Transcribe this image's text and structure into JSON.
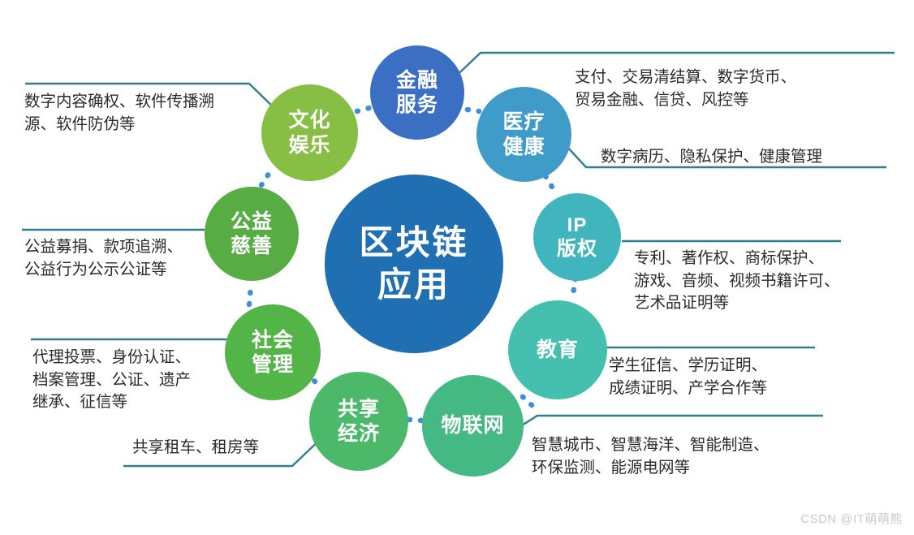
{
  "diagram": {
    "title": "区块链应用",
    "watermark": "CSDN @IT萌萌熊",
    "colors": {
      "center": "#1f6fb2",
      "finance": "#3a6fc4",
      "medical": "#3f9cc9",
      "ip": "#41b5bd",
      "education": "#45bfae",
      "iot": "#45b984",
      "sharing": "#4cb96a",
      "social": "#5cb council",
      "culture": "#86bf44",
      "charity": "#57ad43",
      "connector_line": "#2f7f8c",
      "connector_dot": "#3f8fd8",
      "caption_text": "#2b2b2b"
    },
    "center": {
      "line1": "区块链",
      "line2": "应用"
    },
    "nodes": [
      {
        "id": "finance",
        "label_line1": "金融",
        "label_line2": "服务",
        "caption": [
          "支付、交易清结算、数字货币、",
          "贸易金融、信贷、风控等"
        ]
      },
      {
        "id": "medical",
        "label_line1": "医疗",
        "label_line2": "健康",
        "caption": [
          "数字病历、隐私保护、健康管理"
        ]
      },
      {
        "id": "ip",
        "label_line1": "IP",
        "label_line2": "版权",
        "caption": [
          "专利、著作权、商标保护、",
          "游戏、音频、视频书籍许可、",
          "艺术品证明等"
        ]
      },
      {
        "id": "education",
        "label_line1": "教育",
        "label_line2": "",
        "caption": [
          "学生征信、学历证明、",
          "成绩证明、产学合作等"
        ]
      },
      {
        "id": "iot",
        "label_line1": "物联网",
        "label_line2": "",
        "caption": [
          "智慧城市、智慧海洋、智能制造、",
          "环保监测、能源电网等"
        ]
      },
      {
        "id": "sharing",
        "label_line1": "共享",
        "label_line2": "经济",
        "caption": [
          "共享租车、租房等"
        ]
      },
      {
        "id": "social",
        "label_line1": "社会",
        "label_line2": "管理",
        "caption": [
          "代理投票、身份认证、",
          "档案管理、公证、遗产",
          "继承、征信等"
        ]
      },
      {
        "id": "charity",
        "label_line1": "公益",
        "label_line2": "慈善",
        "caption": [
          "公益募捐、款项追溯、",
          "公益行为公示公证等"
        ]
      },
      {
        "id": "culture",
        "label_line1": "文化",
        "label_line2": "娱乐",
        "caption": [
          "数字内容确权、软件传播溯",
          "源、软件防伪等"
        ]
      }
    ]
  }
}
